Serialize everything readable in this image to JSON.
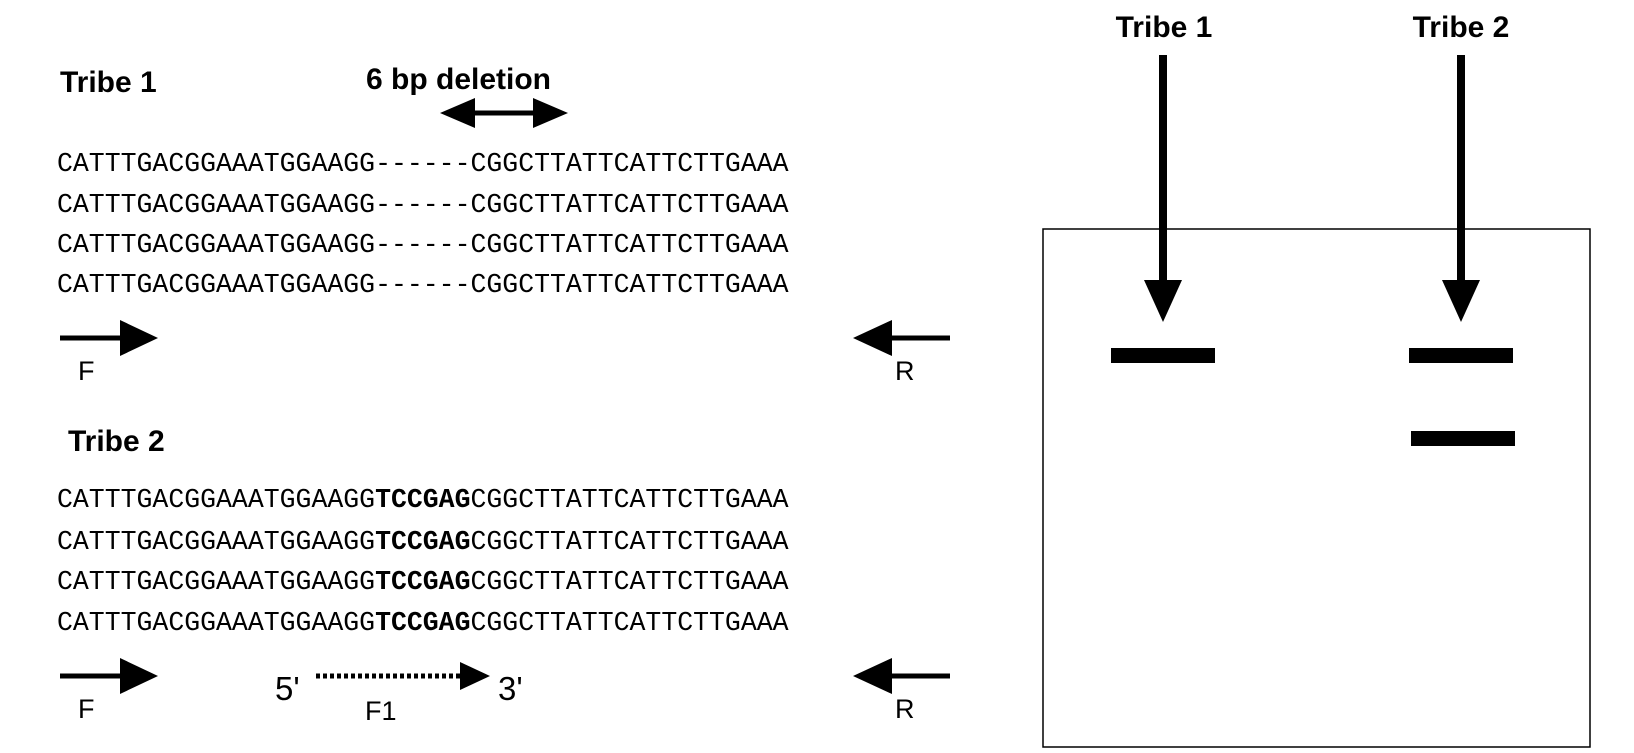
{
  "tribe1": {
    "title": "Tribe 1",
    "deletion_label": "6 bp deletion",
    "sequences": [
      {
        "left": "CATTTGACGGAAATGGAAGG",
        "middle": "------",
        "right": "CGGCTTATTCATTCTTGAAA"
      },
      {
        "left": "CATTTGACGGAAATGGAAGG",
        "middle": "------",
        "right": "CGGCTTATTCATTCTTGAAA"
      },
      {
        "left": "CATTTGACGGAAATGGAAGG",
        "middle": "------",
        "right": "CGGCTTATTCATTCTTGAAA"
      },
      {
        "left": "CATTTGACGGAAATGGAAGG",
        "middle": "------",
        "right": "CGGCTTATTCATTCTTGAAA"
      }
    ],
    "primer_forward": "F",
    "primer_reverse": "R"
  },
  "tribe2": {
    "title": "Tribe 2",
    "sequences": [
      {
        "left": "CATTTGACGGAAATGGAAGG",
        "middle": "TCCGAG",
        "right": "CGGCTTATTCATTCTTGAAA"
      },
      {
        "left": "CATTTGACGGAAATGGAAGG",
        "middle": "TCCGAG",
        "right": "CGGCTTATTCATTCTTGAAA"
      },
      {
        "left": "CATTTGACGGAAATGGAAGG",
        "middle": "TCCGAG",
        "right": "CGGCTTATTCATTCTTGAAA"
      },
      {
        "left": "CATTTGACGGAAATGGAAGG",
        "middle": "TCCGAG",
        "right": "CGGCTTATTCATTCTTGAAA"
      }
    ],
    "primer_forward": "F",
    "primer_reverse": "R",
    "primer_internal": "F1",
    "five_prime": "5'",
    "three_prime": "3'"
  },
  "gel": {
    "lanes": [
      {
        "label": "Tribe 1",
        "band_count": 1
      },
      {
        "label": "Tribe 2",
        "band_count": 2
      }
    ]
  }
}
